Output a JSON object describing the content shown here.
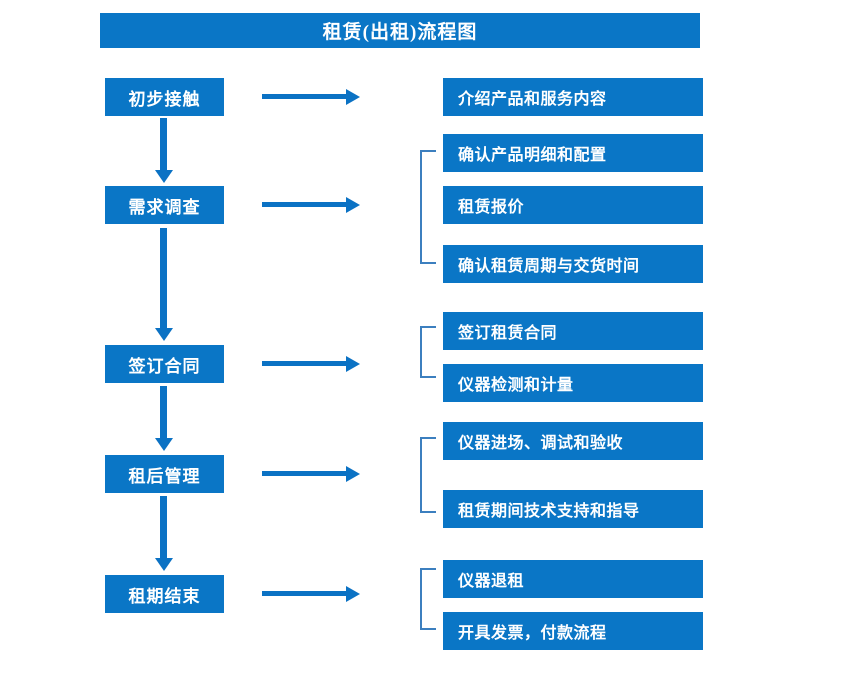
{
  "title": "租赁(出租)流程图",
  "accent_color": "#0A76C6",
  "arrow_color": "#0B72C4",
  "bracket_color": "#3C7FBF",
  "stages": [
    {
      "label": "初步接触"
    },
    {
      "label": "需求调查"
    },
    {
      "label": "签订合同"
    },
    {
      "label": "租后管理"
    },
    {
      "label": "租期结束"
    }
  ],
  "details": [
    {
      "label": "介绍产品和服务内容"
    },
    {
      "label": "确认产品明细和配置"
    },
    {
      "label": "租赁报价"
    },
    {
      "label": "确认租赁周期与交货时间"
    },
    {
      "label": "签订租赁合同"
    },
    {
      "label": "仪器检测和计量"
    },
    {
      "label": "仪器进场、调试和验收"
    },
    {
      "label": "租赁期间技术支持和指导"
    },
    {
      "label": "仪器退租"
    },
    {
      "label": "开具发票，付款流程"
    }
  ]
}
